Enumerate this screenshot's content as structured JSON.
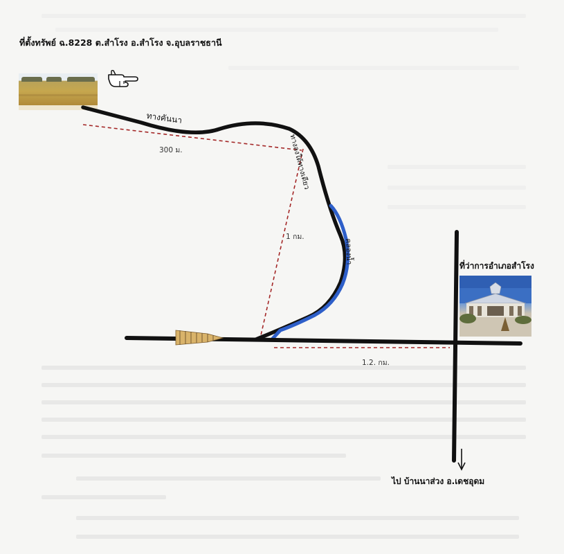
{
  "header": {
    "title": "ที่ตั้งทรัพย์ ฉ.8228 ต.สำโรง อ.สำโรง จ.อุบลราชธานี"
  },
  "map": {
    "labels": {
      "field_road": "ทางคันนา",
      "turn_note": "ทางลงใต้ทางเดียว",
      "canal": "คลองน้ำ",
      "district_office": "ที่ว่าการอำเภอสำโรง",
      "south_direction": "ไป บ้านนาส่วง อ.เดชอุดม"
    },
    "distances": {
      "field_road": "300 ม.",
      "to_junction": "1 กม.",
      "to_office": "1.2. กม."
    }
  },
  "colors": {
    "road": "#111111",
    "canal": "#2e5fc9",
    "distance_line": "#a32626",
    "bridge": "#d9b36a"
  },
  "icons": {
    "pointer": "pointing-hand-icon",
    "field_photo": "rice-field-photo",
    "office_photo": "district-office-photo",
    "bridge": "bridge-icon",
    "arrow": "arrow-down-icon"
  }
}
